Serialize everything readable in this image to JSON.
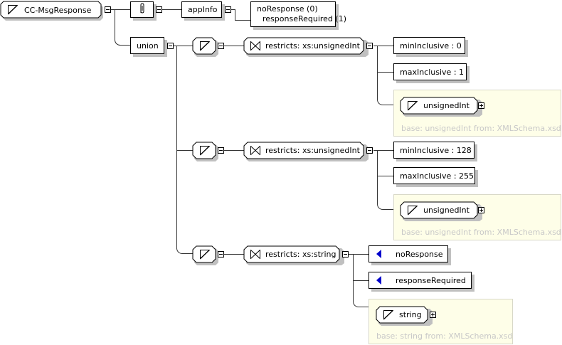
{
  "root": {
    "name": "CC-MsgResponse",
    "icon": "simple-type-icon"
  },
  "annotation": {
    "icon": "paperclip-icon",
    "appinfo_label": "appInfo",
    "appinfo_lines": [
      "noResponse (0)",
      "responseRequired (1)"
    ]
  },
  "union": {
    "label": "union"
  },
  "members": [
    {
      "restricts": "restricts: xs:unsignedInt",
      "facets": [
        "minInclusive : 0",
        "maxInclusive : 1"
      ],
      "base_type": "unsignedInt",
      "base_note": "base: unsignedInt from: XMLSchema.xsd"
    },
    {
      "restricts": "restricts: xs:unsignedInt",
      "facets": [
        "minInclusive : 128",
        "maxInclusive : 255"
      ],
      "base_type": "unsignedInt",
      "base_note": "base: unsignedInt from: XMLSchema.xsd"
    },
    {
      "restricts": "restricts: xs:string",
      "enumerations": [
        "noResponse",
        "responseRequired"
      ],
      "base_type": "string",
      "base_note": "base: string from: XMLSchema.xsd"
    }
  ],
  "colors": {
    "enum_marker": "#0000cc",
    "base_box_bg": "#fefee8",
    "base_note_text": "#c8c8c8"
  }
}
